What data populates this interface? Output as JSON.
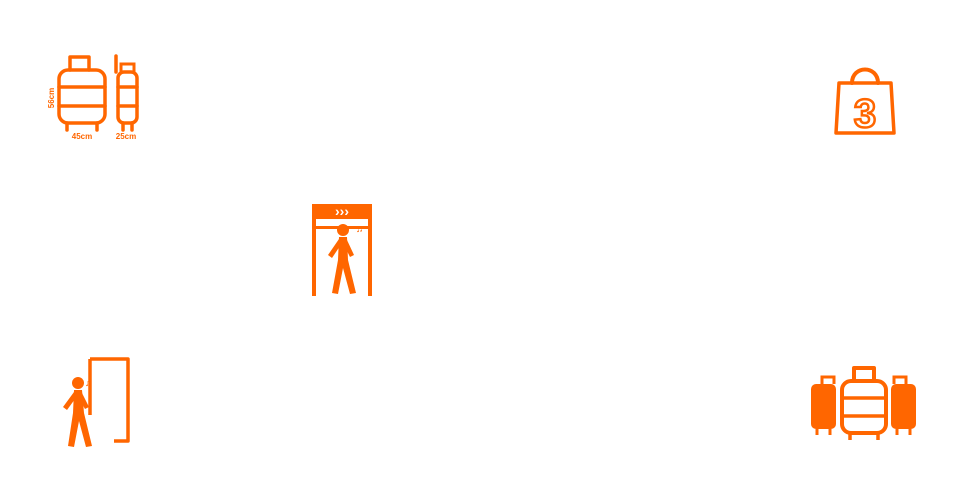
{
  "colors": {
    "accent": "#ff6600",
    "background": "#ffffff"
  },
  "icons": {
    "cabin_bag": {
      "name": "cabin-bag-dimensions-icon",
      "height_label": "56cm",
      "width_label": "45cm",
      "depth_label": "25cm"
    },
    "three_bag": {
      "name": "three-shopping-bag-icon",
      "glyph": "3"
    },
    "security": {
      "name": "security-scanner-walkthrough-icon",
      "arrows": "›››",
      "music_note": "♫"
    },
    "door": {
      "name": "person-door-exit-icon",
      "music_note": "♫"
    },
    "luggage": {
      "name": "multiple-luggage-icon"
    }
  }
}
